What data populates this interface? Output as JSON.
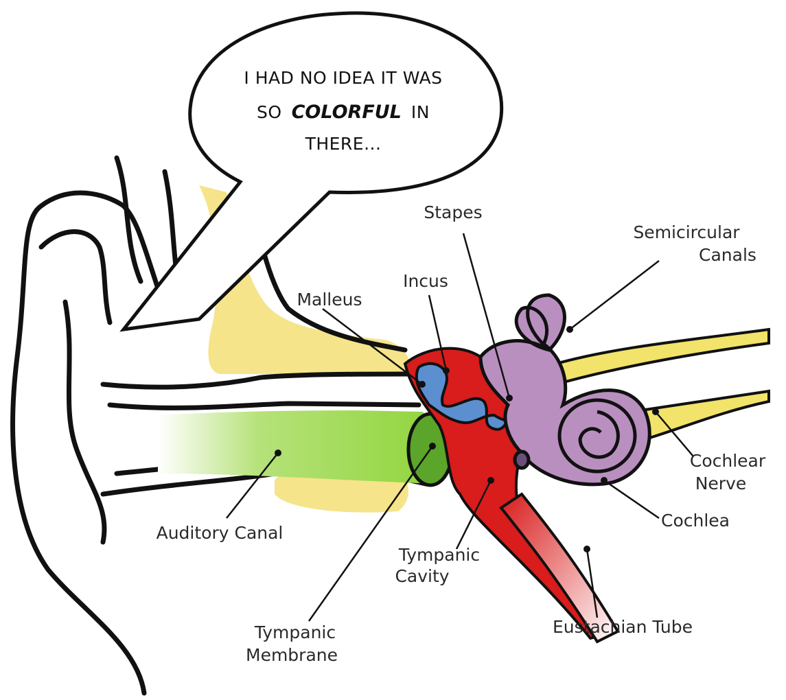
{
  "speech_bubble": {
    "line1": "I HAD NO IDEA IT WAS",
    "line2_prefix": "SO",
    "line2_emphasis": "COLORFUL",
    "line2_suffix": "IN",
    "line3": "THERE..."
  },
  "labels": {
    "stapes": "Stapes",
    "semicircular_1": "Semicircular",
    "semicircular_2": "Canals",
    "incus": "Incus",
    "malleus": "Malleus",
    "cochlear_nerve_1": "Cochlear",
    "cochlear_nerve_2": "Nerve",
    "cochlea": "Cochlea",
    "auditory_canal": "Auditory Canal",
    "tympanic_cavity_1": "Tympanic",
    "tympanic_cavity_2": "Cavity",
    "tympanic_membrane_1": "Tympanic",
    "tympanic_membrane_2": "Membrane",
    "eustachian_tube": "Eustachian Tube"
  },
  "colors": {
    "outline": "#111111",
    "canal_green": "#8fd43a",
    "membrane_green": "#5aa52a",
    "bone_yellow": "#f5e48a",
    "cavity_red": "#d91c1c",
    "ossicle_blue": "#5b8fd0",
    "labyrinth_purple": "#b98fc0",
    "nerve_yellow": "#f2e36a"
  }
}
